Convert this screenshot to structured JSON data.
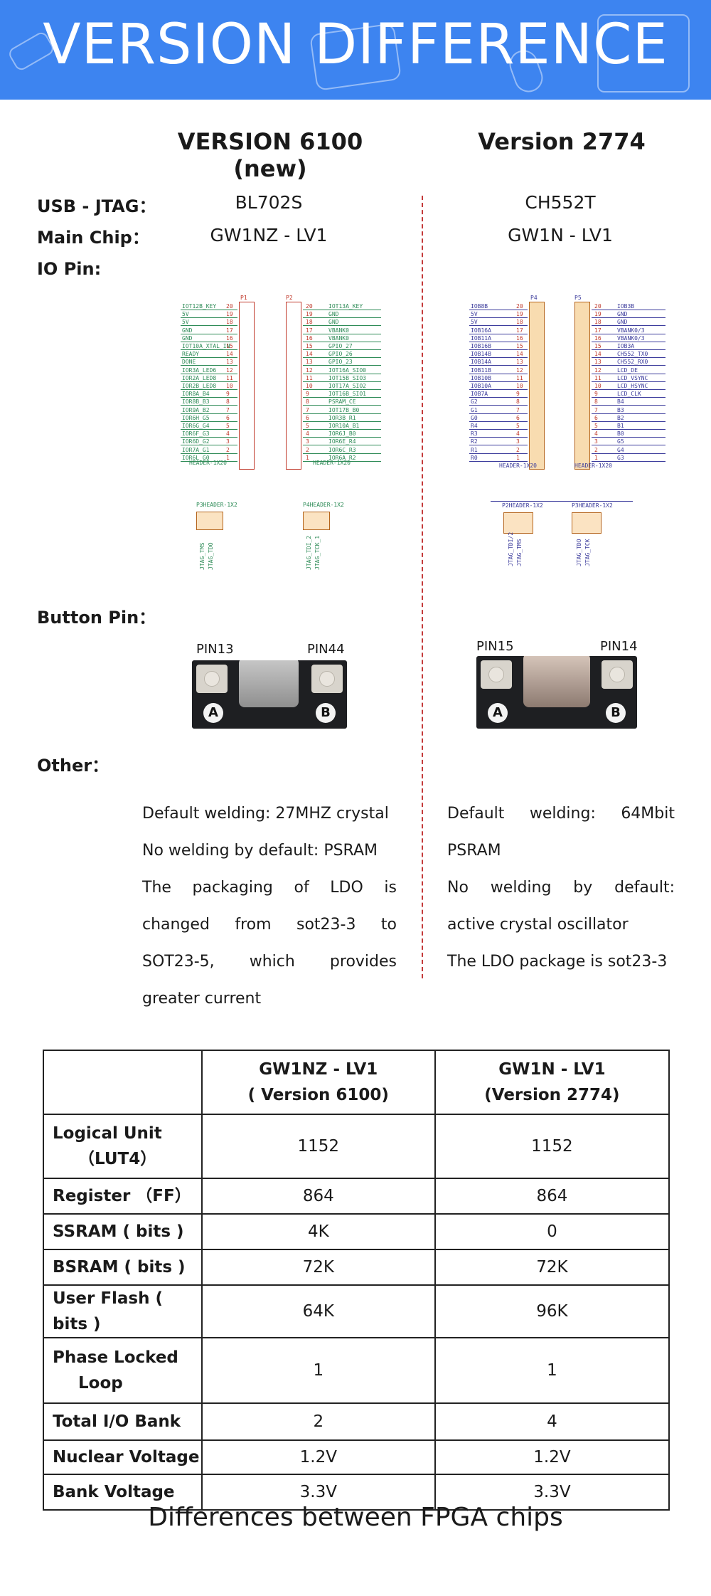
{
  "banner": {
    "title": "VERSION DIFFERENCE"
  },
  "columns": {
    "new": "VERSION 6100 (new)",
    "old": "Version 2774"
  },
  "rows": {
    "usb_jtag": {
      "label": "USB - JTAG：",
      "new": "BL702S",
      "old": "CH552T"
    },
    "main_chip": {
      "label": "Main Chip：",
      "new": "GW1NZ - LV1",
      "old": "GW1N - LV1"
    },
    "io_pin": {
      "label": "IO Pin:"
    },
    "button_pin": {
      "label": "Button Pin："
    },
    "other": {
      "label": "Other："
    }
  },
  "schematic_new": {
    "p1_ref": "P1",
    "p2_ref": "P2",
    "p1_footer": "HEADER-1X20",
    "p2_footer": "HEADER-1X20",
    "p1_pins": [
      "IOT12B_KEY",
      "5V",
      "5V",
      "GND",
      "GND",
      "IOT10A_XTAL_IN",
      "READY",
      "DONE",
      "IOR3A_LED6",
      "IOR2A_LED8",
      "IOR2B_LED8",
      "IOR8A_B4",
      "IOR8B_B3",
      "IOR9A_B2",
      "IOR6H_G5",
      "IOR6G_G4",
      "IOR6F_G3",
      "IOR6D_G2",
      "IOR7A_G1",
      "IOR6L_G0"
    ],
    "p1_nums": [
      "20",
      "19",
      "18",
      "17",
      "16",
      "15",
      "14",
      "13",
      "12",
      "11",
      "10",
      "9",
      "8",
      "7",
      "6",
      "5",
      "4",
      "3",
      "2",
      "1"
    ],
    "p2_pins": [
      "IOT13A_KEY",
      "GND",
      "GND",
      "VBANK0",
      "VBANK0",
      "GPIO_27",
      "GPIO_26",
      "GPIO_23",
      "IOT16A_SIO0",
      "IOT15B_SIO3",
      "IOT17A_SIO2",
      "IOT16B_SIO1",
      "PSRAM_CE",
      "IOT17B_B0",
      "IOR3B_R1",
      "IOR10A_B1",
      "IOR6J_B0",
      "IOR6E_R4",
      "IOR6C_R3",
      "IOR6A_R2"
    ],
    "p3_title": "P3HEADER-1X2",
    "p4_title": "P4HEADER-1X2",
    "p3_nets": [
      "JTAG_TMS",
      "JTAG_TDO"
    ],
    "p4_nets": [
      "JTAG_TDI_2",
      "JTAG_TCK_1"
    ]
  },
  "schematic_old": {
    "p4_ref": "P4",
    "p5_ref": "P5",
    "p4_footer": "HEADER-1X20",
    "p5_footer": "HEADER-1X20",
    "p4_pins": [
      "IOB8B",
      "5V",
      "5V",
      "IOB16A",
      "IOB11A",
      "IOB16B",
      "IOB14B",
      "IOB14A",
      "IOB11B",
      "IOB10B",
      "IOB10A",
      "IOB7A",
      "G2",
      "G1",
      "G0",
      "R4",
      "R3",
      "R2",
      "R1",
      "R0"
    ],
    "p5_pins": [
      "IOB3B",
      "GND",
      "GND",
      "VBANK0/3",
      "VBANK0/3",
      "IOB3A",
      "CH552_TX0",
      "CH552_RX0",
      "LCD_DE",
      "LCD_VSYNC",
      "LCD_HSYNC",
      "LCD_CLK",
      "B4",
      "B3",
      "B2",
      "B1",
      "B0",
      "G5",
      "G4",
      "G3"
    ],
    "p2_title": "P2HEADER-1X2",
    "p3_title": "P3HEADER-1X2",
    "p2_nets": [
      "JTAG_TDI/2",
      "JTAG_TMS"
    ],
    "p3_nets": [
      "JTAG_TDO",
      "JTAG_TCK"
    ]
  },
  "buttons": {
    "new_left": "PIN13",
    "new_right": "PIN44",
    "old_left": "PIN15",
    "old_right": "PIN14",
    "letter_a": "A",
    "letter_b": "B"
  },
  "other": {
    "new_lines": [
      "Default welding: 27MHZ crystal",
      "No welding by default: PSRAM",
      "The packaging of LDO is changed from sot23-3 to SOT23-5, which provides greater current"
    ],
    "old_lines": [
      "Default welding: 64Mbit PSRAM",
      "No welding by default: active crystal oscillator",
      "The LDO package is sot23-3"
    ]
  },
  "table": {
    "header_new_line1": "GW1NZ - LV1",
    "header_new_line2": "( Version 6100)",
    "header_old_line1": "GW1N - LV1",
    "header_old_line2": "(Version 2774)",
    "rows": [
      {
        "label1": "Logical Unit",
        "label2": "（LUT4）",
        "new": "1152",
        "old": "1152"
      },
      {
        "label1": "Register （FF）",
        "label2": "",
        "new": "864",
        "old": "864"
      },
      {
        "label1": "SSRAM ( bits )",
        "label2": "",
        "new": "4K",
        "old": "0"
      },
      {
        "label1": "BSRAM ( bits )",
        "label2": "",
        "new": "72K",
        "old": "72K"
      },
      {
        "label1": "User Flash ( bits )",
        "label2": "",
        "new": "64K",
        "old": "96K"
      },
      {
        "label1": "Phase Locked",
        "label2": "Loop",
        "new": "1",
        "old": "1"
      },
      {
        "label1": "Total I/O Bank",
        "label2": "",
        "new": "2",
        "old": "4"
      },
      {
        "label1": "Nuclear Voltage",
        "label2": "",
        "new": "1.2V",
        "old": "1.2V"
      },
      {
        "label1": "Bank Voltage",
        "label2": "",
        "new": "3.3V",
        "old": "3.3V"
      }
    ]
  },
  "footer": {
    "caption": "Differences between FPGA chips"
  },
  "colors": {
    "banner": "#3d84f0",
    "divider": "#c43a3a",
    "net_green": "#2e8b57",
    "net_blue": "#3c3c9c"
  }
}
